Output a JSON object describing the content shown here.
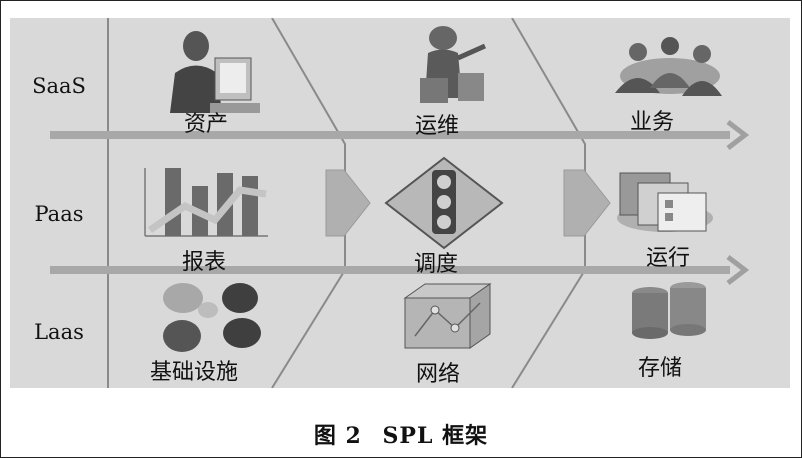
{
  "rows": [
    {
      "label": "SaaS",
      "items": [
        "资产",
        "运维",
        "业务"
      ]
    },
    {
      "label": "Paas",
      "items": [
        "报表",
        "调度",
        "运行"
      ]
    },
    {
      "label": "Laas",
      "items": [
        "基础设施",
        "网络",
        "存储"
      ]
    }
  ],
  "caption": {
    "figure": "图 2",
    "title": "SPL 框架"
  },
  "icons": {
    "r0c0": "businessman-at-computer-icon",
    "r0c1": "maintenance-worker-icon",
    "r0c2": "business-meeting-icon",
    "r1c0": "bar-chart-icon",
    "r1c1": "traffic-light-diamond-icon",
    "r1c2": "running-windows-icon",
    "r2c0": "spheres-icon",
    "r2c1": "network-cube-icon",
    "r2c2": "storage-stack-icon"
  },
  "colors": {
    "background": "#d9d9d9",
    "arrow": "#a8a8a8",
    "divider": "#8a8a8a"
  }
}
